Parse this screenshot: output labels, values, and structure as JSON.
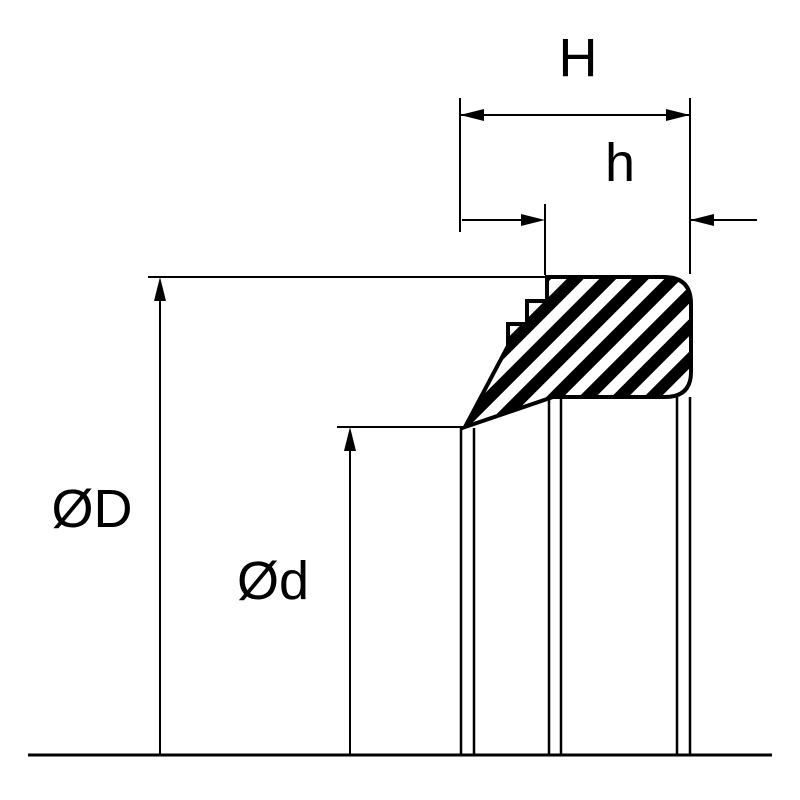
{
  "diagram": {
    "labels": {
      "H": "H",
      "h": "h",
      "OD": "ØD",
      "od": "Ød"
    },
    "colors": {
      "line": "#000000",
      "background": "#ffffff",
      "hatch": "#000000"
    }
  }
}
